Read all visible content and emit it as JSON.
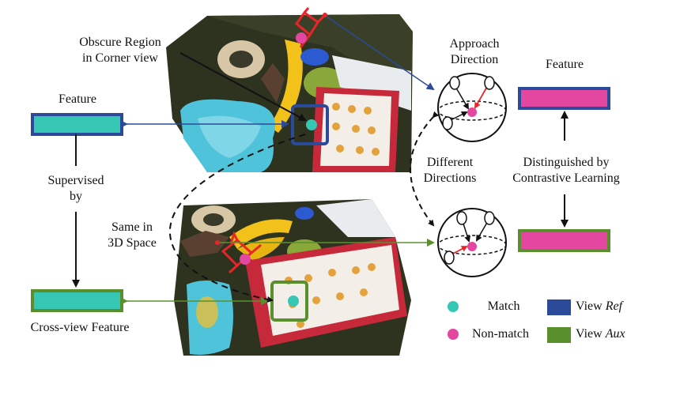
{
  "labels": {
    "obscure": [
      "Obscure Region",
      "in Corner view"
    ],
    "approach": [
      "Approach",
      "Direction"
    ],
    "feature_left": "Feature",
    "feature_right": "Feature",
    "supervised": [
      "Supervised",
      "by"
    ],
    "same3d": [
      "Same in",
      "3D Space"
    ],
    "different": [
      "Different",
      "Directions"
    ],
    "distinguished": [
      "Distinguished by",
      "Contrastive Learning"
    ],
    "crossview": "Cross-view Feature"
  },
  "legend": {
    "match": "Match",
    "nonmatch": "Non-match",
    "view_prefix": "View",
    "ref": "Ref",
    "aux": "Aux"
  },
  "colors": {
    "teal": "#36c7b4",
    "magenta": "#e4479f",
    "ref_blue": "#2b4a99",
    "aux_green": "#5a8f2e",
    "red": "#e8262a"
  }
}
